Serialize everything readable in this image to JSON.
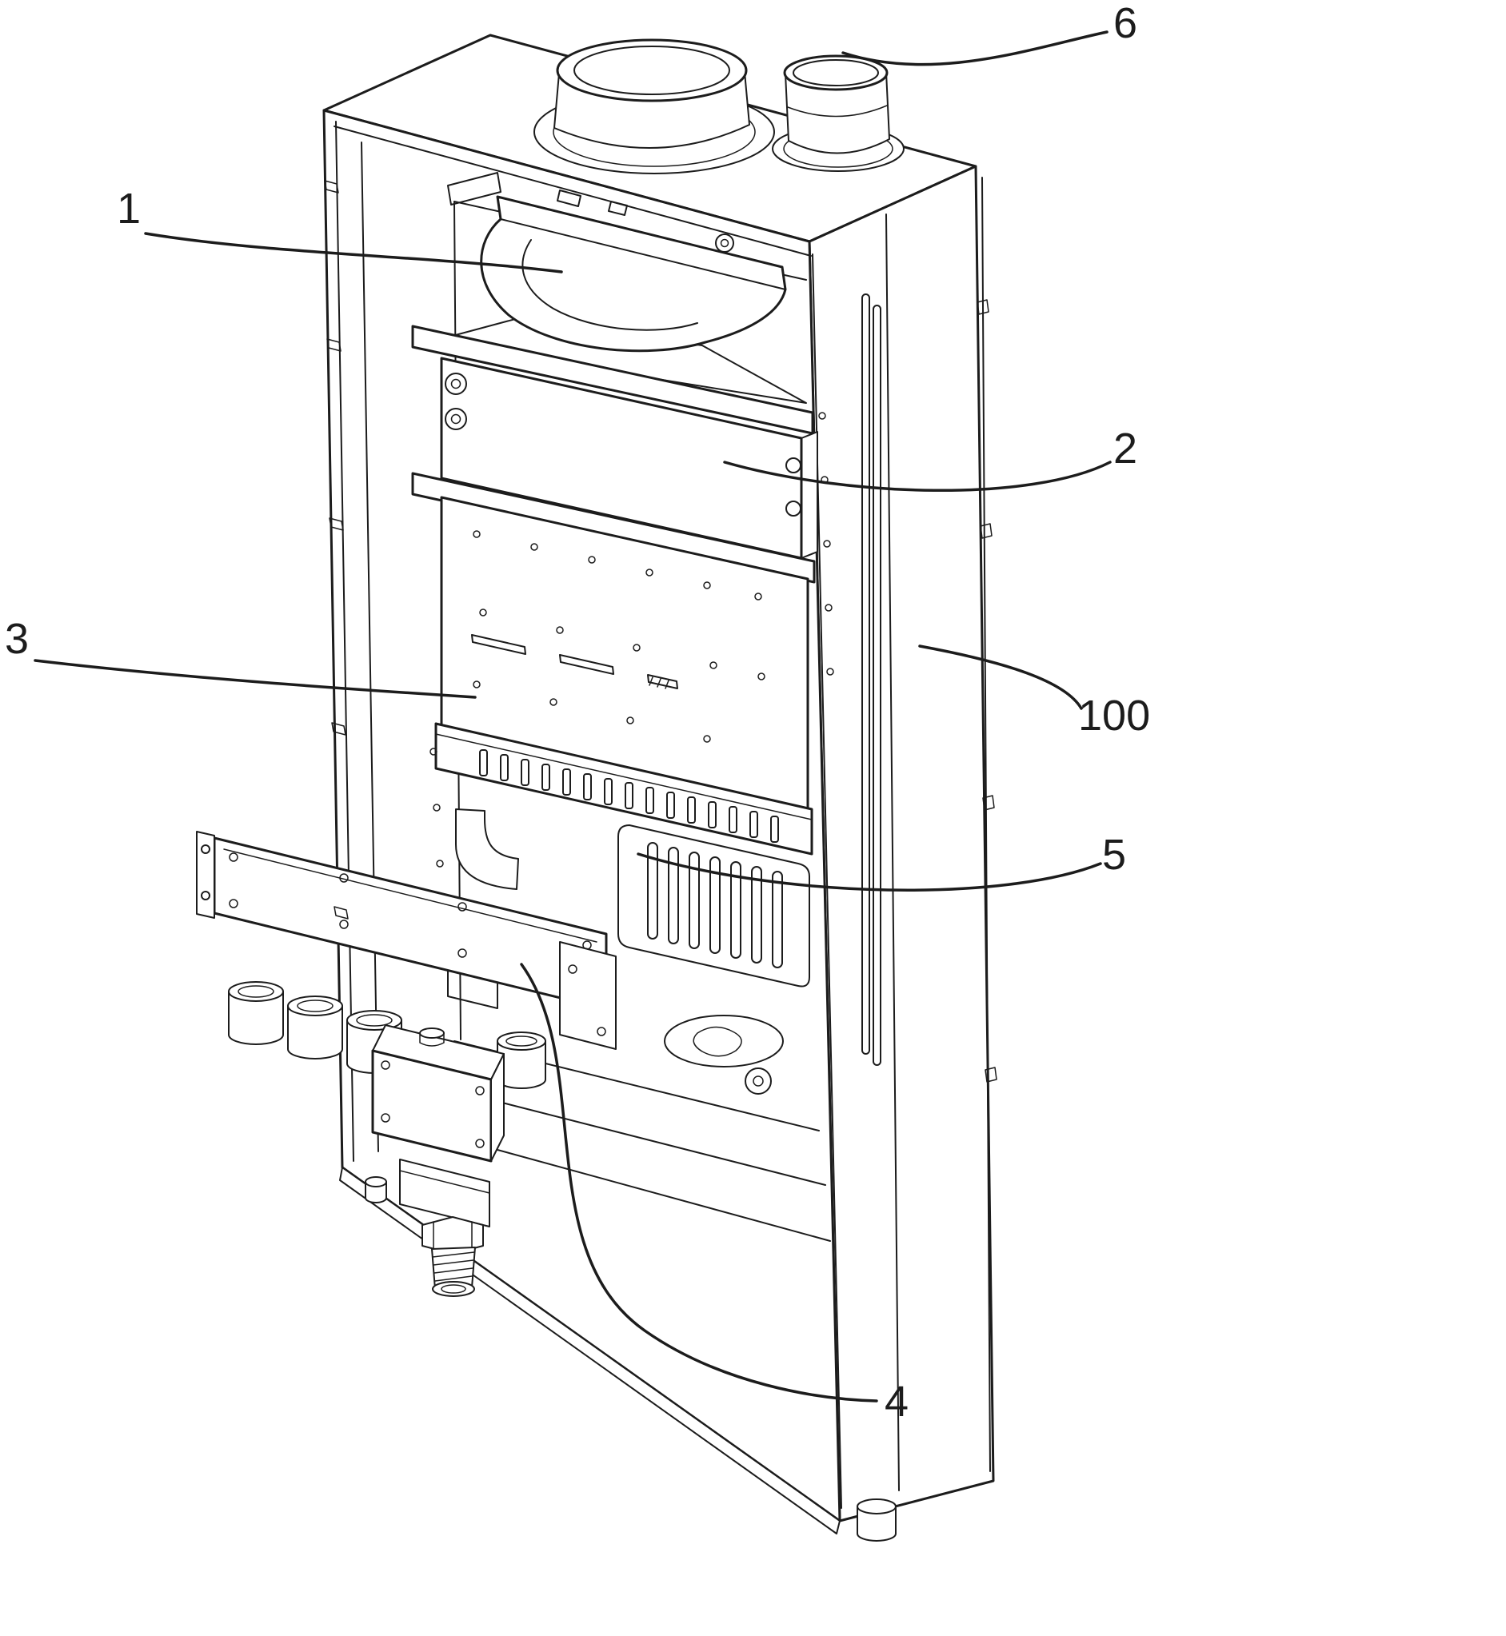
{
  "figure": {
    "type": "patent-line-drawing",
    "colors": {
      "background": "#ffffff",
      "line": "#1c1c1c"
    },
    "labels": {
      "l1": "1",
      "l2": "2",
      "l3": "3",
      "l4": "4",
      "l5": "5",
      "l6": "6",
      "l100": "100"
    }
  }
}
